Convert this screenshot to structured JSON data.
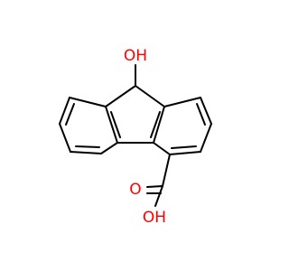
{
  "molecule": {
    "atoms": {
      "hydroxyl_top": "OH",
      "carbonyl_oxygen": "O",
      "acid_hydroxyl": "OH"
    },
    "colors": {
      "carbon": "#000000",
      "oxygen": "#ff0000"
    }
  }
}
